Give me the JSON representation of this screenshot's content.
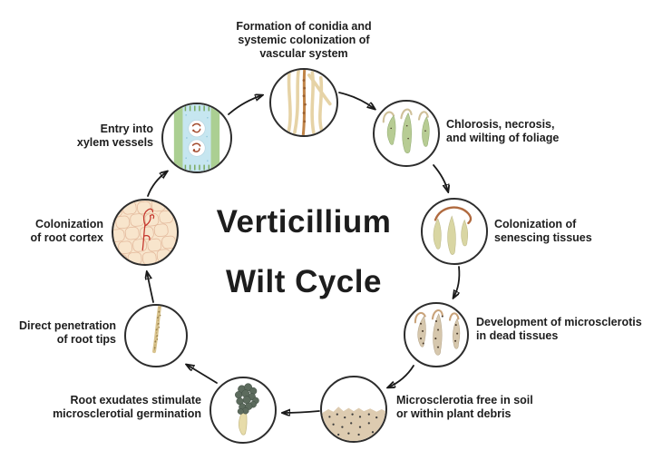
{
  "title": {
    "line1": "Verticillium",
    "line2": "Wilt Cycle"
  },
  "stages": [
    {
      "name": "conidia-formation",
      "icon": "hyphae-conidia-icon",
      "label": "Formation of conidia and\nsystemic colonization of\nvascular system"
    },
    {
      "name": "foliage-wilting",
      "icon": "wilting-leaves-icon",
      "label": "Chlorosis, necrosis,\nand wilting of foliage"
    },
    {
      "name": "senescing-colonization",
      "icon": "senescing-leaves-icon",
      "label": "Colonization of\nsenescing tissues"
    },
    {
      "name": "microsclerotia-development",
      "icon": "dead-tissue-dots-icon",
      "label": "Development of microsclerotis\nin dead tissues"
    },
    {
      "name": "microsclerotia-in-soil",
      "icon": "soil-speckles-icon",
      "label": "Microsclerotia free in soil\nor within plant debris"
    },
    {
      "name": "microsclerotial-germination",
      "icon": "germinating-microsclerotium-icon",
      "label": "Root exudates stimulate\nmicrosclerotial germination"
    },
    {
      "name": "root-tip-penetration",
      "icon": "root-tip-icon",
      "label": "Direct penetration\nof root tips"
    },
    {
      "name": "root-cortex-colonization",
      "icon": "root-cortex-hypha-icon",
      "label": "Colonization\nof root cortex"
    },
    {
      "name": "xylem-entry",
      "icon": "xylem-vessel-icon",
      "label": "Entry into\nxylem vessels"
    }
  ],
  "palette": {
    "title_text": "#1d1d1d",
    "label_text": "#1d1d1d",
    "circle_stroke": "#2d2d2d",
    "arrow": "#1a1a1a",
    "leaf_green": "#b7cc94",
    "leaf_green_edge": "#94ad74",
    "stem_tan": "#cfc099",
    "senesce_leaf": "#d9d6a3",
    "senesce_stem": "#b06a3f",
    "dead_leaf": "#d6c7ad",
    "dead_dot": "#4a3b2b",
    "soil": "#ddcbb0",
    "soil_dot": "#3b3b3b",
    "sclerotia_dark": "#5c6b5d",
    "sclerotia_edge": "#414e44",
    "germ_tube": "#e7dcaa",
    "root_tan": "#d9c48f",
    "root_dot": "#99804a",
    "cortex_bg": "#f8e5cc",
    "cortex_cell": "#e3b99c",
    "hypha_red": "#c4342b",
    "xylem_green": "#abcf92",
    "xylem_green_dark": "#79a95f",
    "xylem_blue": "#c6e6f0",
    "xylem_blue_dark": "#8fc6da",
    "vessel_red": "#a34b2e",
    "conidia_tan": "#e6d3a6",
    "conidia_brown": "#c08448"
  }
}
